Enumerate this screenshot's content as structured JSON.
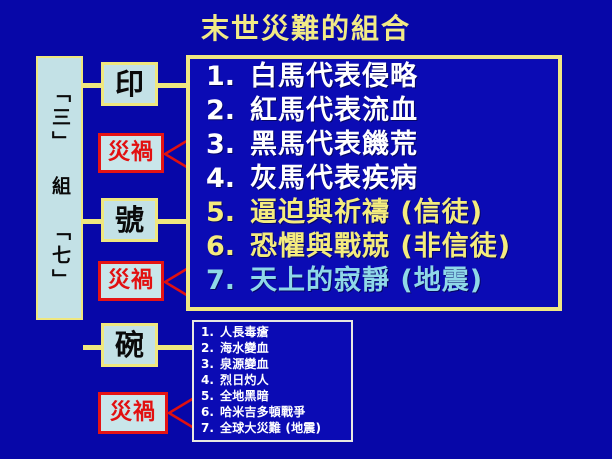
{
  "slide": {
    "title": "末世災難的組合",
    "background_color": "#0707a8",
    "title_color": "#f2ea86"
  },
  "sidebar": {
    "segments": [
      {
        "text": "「三」"
      },
      {
        "text": "組"
      },
      {
        "text": "「七」"
      }
    ]
  },
  "categories": [
    {
      "label": "印"
    },
    {
      "label": "號"
    },
    {
      "label": "碗"
    }
  ],
  "disaster_markers": [
    {
      "label": "災禍"
    },
    {
      "label": "災禍"
    },
    {
      "label": "災禍"
    }
  ],
  "main_list": {
    "items": [
      {
        "num": "1.",
        "text": "白馬代表侵略",
        "color": "#ffffff"
      },
      {
        "num": "2.",
        "text": "紅馬代表流血",
        "color": "#ffffff"
      },
      {
        "num": "3.",
        "text": "黑馬代表饑荒",
        "color": "#ffffff"
      },
      {
        "num": "4.",
        "text": "灰馬代表疾病",
        "color": "#ffffff"
      },
      {
        "num": "5.",
        "text": "逼迫與祈禱 (信徒)",
        "color": "#f4ec7e"
      },
      {
        "num": "6.",
        "text": "恐懼與戰兢 (非信徒)",
        "color": "#f4ec7e"
      },
      {
        "num": "7.",
        "text": "天上的寂靜 (地震)",
        "color": "#8fd8e8"
      }
    ]
  },
  "sub_list": {
    "items": [
      {
        "num": "1.",
        "text": "人長毒瘡"
      },
      {
        "num": "2.",
        "text": "海水變血"
      },
      {
        "num": "3.",
        "text": "泉源變血"
      },
      {
        "num": "4.",
        "text": "烈日灼人"
      },
      {
        "num": "5.",
        "text": "全地黑暗"
      },
      {
        "num": "6.",
        "text": "哈米吉多頓戰爭"
      },
      {
        "num": "7.",
        "text": "全球大災難 (地震)"
      }
    ]
  },
  "colors": {
    "accent_yellow": "#efe77f",
    "box_fill": "#c3e1e6",
    "danger_red": "#e21010",
    "panel_blue": "#0b0bb4"
  }
}
